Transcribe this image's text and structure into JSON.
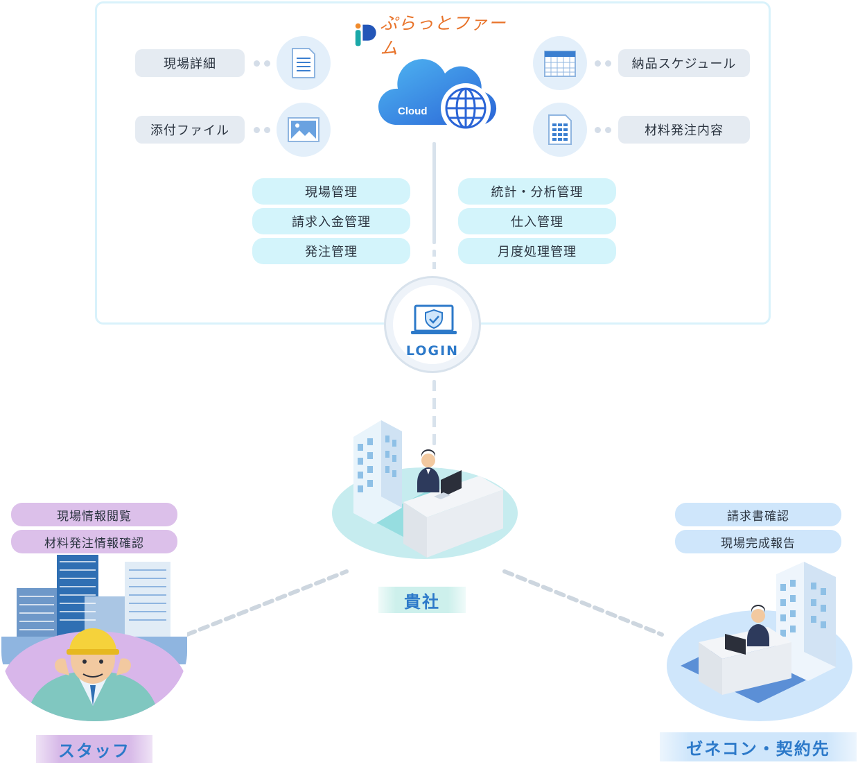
{
  "brand": {
    "name": "ぷらっとファーム"
  },
  "cloud": {
    "label": "Cloud"
  },
  "left_items": [
    {
      "label": "現場詳細",
      "icon": "document-icon"
    },
    {
      "label": "添付ファイル",
      "icon": "image-icon"
    }
  ],
  "right_items": [
    {
      "label": "納品スケジュール",
      "icon": "calendar-icon"
    },
    {
      "label": "材料発注内容",
      "icon": "spreadsheet-icon"
    }
  ],
  "features_left": [
    "現場管理",
    "請求入金管理",
    "発注管理"
  ],
  "features_right": [
    "統計・分析管理",
    "仕入管理",
    "月度処理管理"
  ],
  "login": {
    "label": "LOGIN"
  },
  "company": {
    "label": "貴社"
  },
  "staff": {
    "label": "スタッフ",
    "features": [
      "現場情報閲覧",
      "材料発注情報確認"
    ]
  },
  "contractor": {
    "label": "ゼネコン・契約先",
    "features": [
      "請求書確認",
      "現場完成報告"
    ]
  },
  "colors": {
    "cyan_pill": "#d3f4fb",
    "purple_pill": "#dcc0ea",
    "blue_pill": "#cfe6fb",
    "accent_blue": "#2c79c9"
  }
}
